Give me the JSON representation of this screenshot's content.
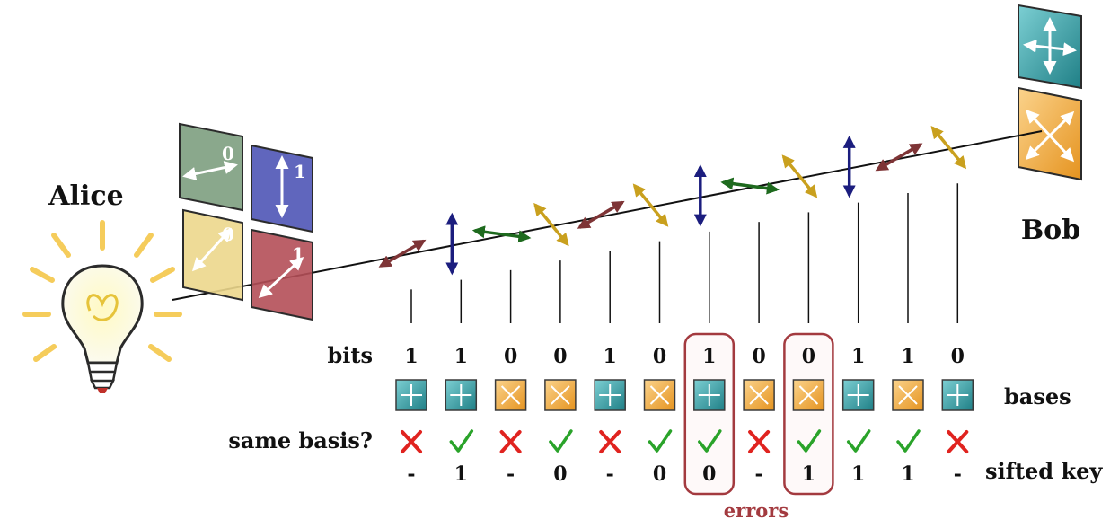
{
  "labels": {
    "alice": "Alice",
    "bob": "Bob",
    "bits": "bits",
    "bases": "bases",
    "same_basis": "same basis?",
    "sifted_key": "sifted key",
    "errors": "errors"
  },
  "alice_filters": [
    {
      "value": "0",
      "color": "#7d9e80"
    },
    {
      "value": "1",
      "color": "#4f55b6"
    },
    {
      "value": "0",
      "color": "#ecd78c"
    },
    {
      "value": "1",
      "color": "#b44f58"
    }
  ],
  "photons": [
    "diag-right",
    "vertical",
    "horizontal",
    "diag-left",
    "diag-right",
    "diag-left",
    "vertical",
    "horizontal",
    "diag-left",
    "vertical",
    "diag-right",
    "diag-left"
  ],
  "bits": [
    "1",
    "1",
    "0",
    "0",
    "1",
    "0",
    "1",
    "0",
    "0",
    "1",
    "1",
    "0"
  ],
  "bob_bases": [
    "plus",
    "plus",
    "cross",
    "cross",
    "plus",
    "cross",
    "plus",
    "cross",
    "cross",
    "plus",
    "cross",
    "plus"
  ],
  "same_basis": [
    false,
    true,
    false,
    true,
    false,
    true,
    true,
    false,
    true,
    true,
    true,
    false
  ],
  "sifted_key": [
    "-",
    "1",
    "-",
    "0",
    "-",
    "0",
    "0",
    "-",
    "1",
    "1",
    "1",
    "-"
  ],
  "error_columns": [
    6,
    8
  ],
  "colors": {
    "red_photon": "#7e3436",
    "blue_photon": "#1b1d7e",
    "green_photon": "#1e6a1e",
    "gold_photon": "#c9a01e",
    "check": "#2aa32a",
    "cross": "#e0231f",
    "error_box": "#a33a3f",
    "teal_tile": "#2f8f95",
    "orange_tile": "#eda23a"
  }
}
